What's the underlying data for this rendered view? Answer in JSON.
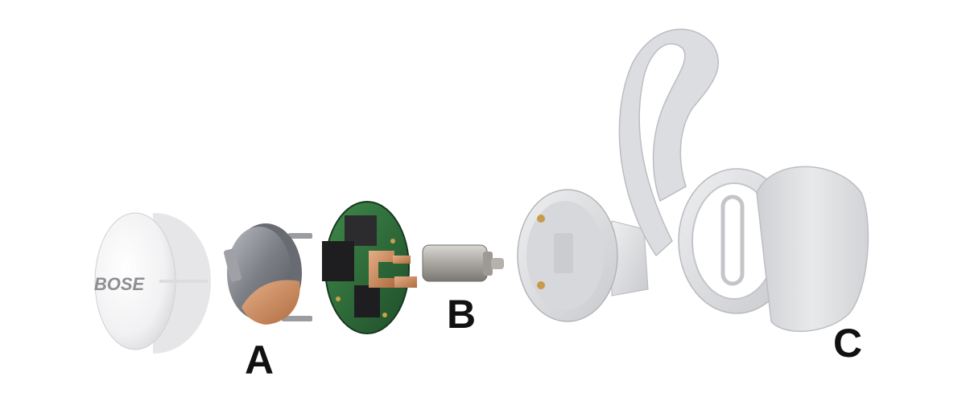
{
  "labels": {
    "a": "A",
    "b": "B",
    "c": "C"
  },
  "logo_text": "BOSE",
  "colors": {
    "background": "#ffffff",
    "shell": "#f2f2f4",
    "battery_steel": "#8a8c93",
    "copper": "#c8875a",
    "pcb_green": "#2f6b3a",
    "tip_grey": "#dcdde0",
    "label": "#111111"
  },
  "icons": {
    "cap": "earbud-cap-icon",
    "battery": "coin-battery-icon",
    "board": "circuit-board-icon",
    "driver": "speaker-driver-icon",
    "housing": "earbud-housing-icon",
    "tip": "ear-tip-icon"
  }
}
